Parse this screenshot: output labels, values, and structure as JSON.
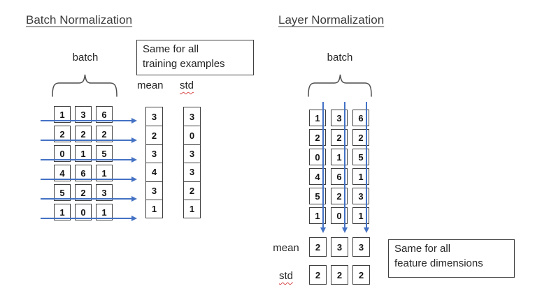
{
  "colors": {
    "arrow_blue": "#4472C4",
    "box_border": "#404040",
    "text": "#262626",
    "spellcheck_wavy": "#d84b4b"
  },
  "batch_norm": {
    "title": "Batch Normalization",
    "batch_label": "batch",
    "note_line1": "Same for all",
    "note_line2": "training examples",
    "mean_header": "mean",
    "std_header": "std",
    "matrix": [
      [
        1,
        3,
        6
      ],
      [
        2,
        2,
        2
      ],
      [
        0,
        1,
        5
      ],
      [
        4,
        6,
        1
      ],
      [
        5,
        2,
        3
      ],
      [
        1,
        0,
        1
      ]
    ],
    "mean": [
      3,
      2,
      3,
      4,
      3,
      1
    ],
    "std": [
      3,
      0,
      3,
      3,
      2,
      1
    ]
  },
  "layer_norm": {
    "title": "Layer Normalization",
    "batch_label": "batch",
    "note_line1": "Same for all",
    "note_line2": "feature dimensions",
    "mean_label": "mean",
    "std_label": "std",
    "matrix": [
      [
        1,
        3,
        6
      ],
      [
        2,
        2,
        2
      ],
      [
        0,
        1,
        5
      ],
      [
        4,
        6,
        1
      ],
      [
        5,
        2,
        3
      ],
      [
        1,
        0,
        1
      ]
    ],
    "mean": [
      2,
      3,
      3
    ],
    "std": [
      2,
      2,
      2
    ]
  }
}
